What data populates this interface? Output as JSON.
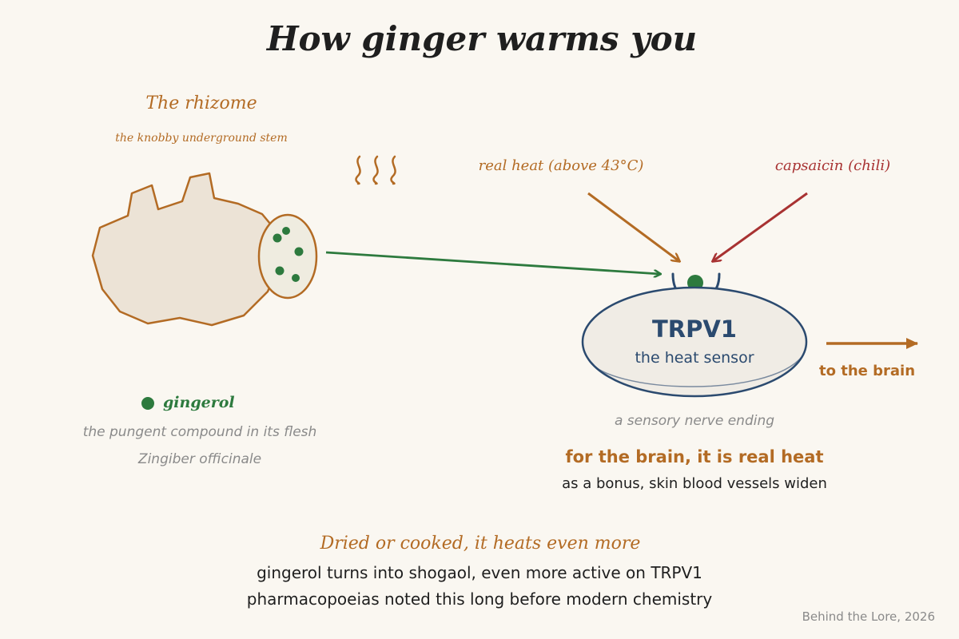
{
  "title": "How ginger warms you",
  "rhizome": {
    "heading": "The rhizome",
    "subheading": "the knobby underground stem",
    "compound_label": "gingerol",
    "compound_desc": "the pungent compound in its flesh",
    "latin_name": "Zingiber officinale"
  },
  "stimuli": {
    "heat_label": "real heat (above 43°C)",
    "chili_label": "capsaicin (chili)"
  },
  "receptor": {
    "name": "TRPV1",
    "desc": "the heat sensor",
    "nerve_label": "a sensory nerve ending",
    "output_label": "to the brain"
  },
  "conclusion": {
    "headline": "for the brain, it is real heat",
    "bonus": "as a bonus, skin blood vessels widen"
  },
  "processing": {
    "heading": "Dried or cooked, it heats even more",
    "line1": "gingerol turns into shogaol, even more active on TRPV1",
    "line2": "pharmacopoeias noted this long before modern chemistry"
  },
  "credit": "Behind the Lore, 2026",
  "colors": {
    "background": "#faf7f1",
    "ginger": "#b36b24",
    "gingerol": "#2d7a3e",
    "capsaicin": "#a83232",
    "receptor": "#2b4a6f",
    "text": "#1f1f1f",
    "muted": "#8a8a8a"
  }
}
